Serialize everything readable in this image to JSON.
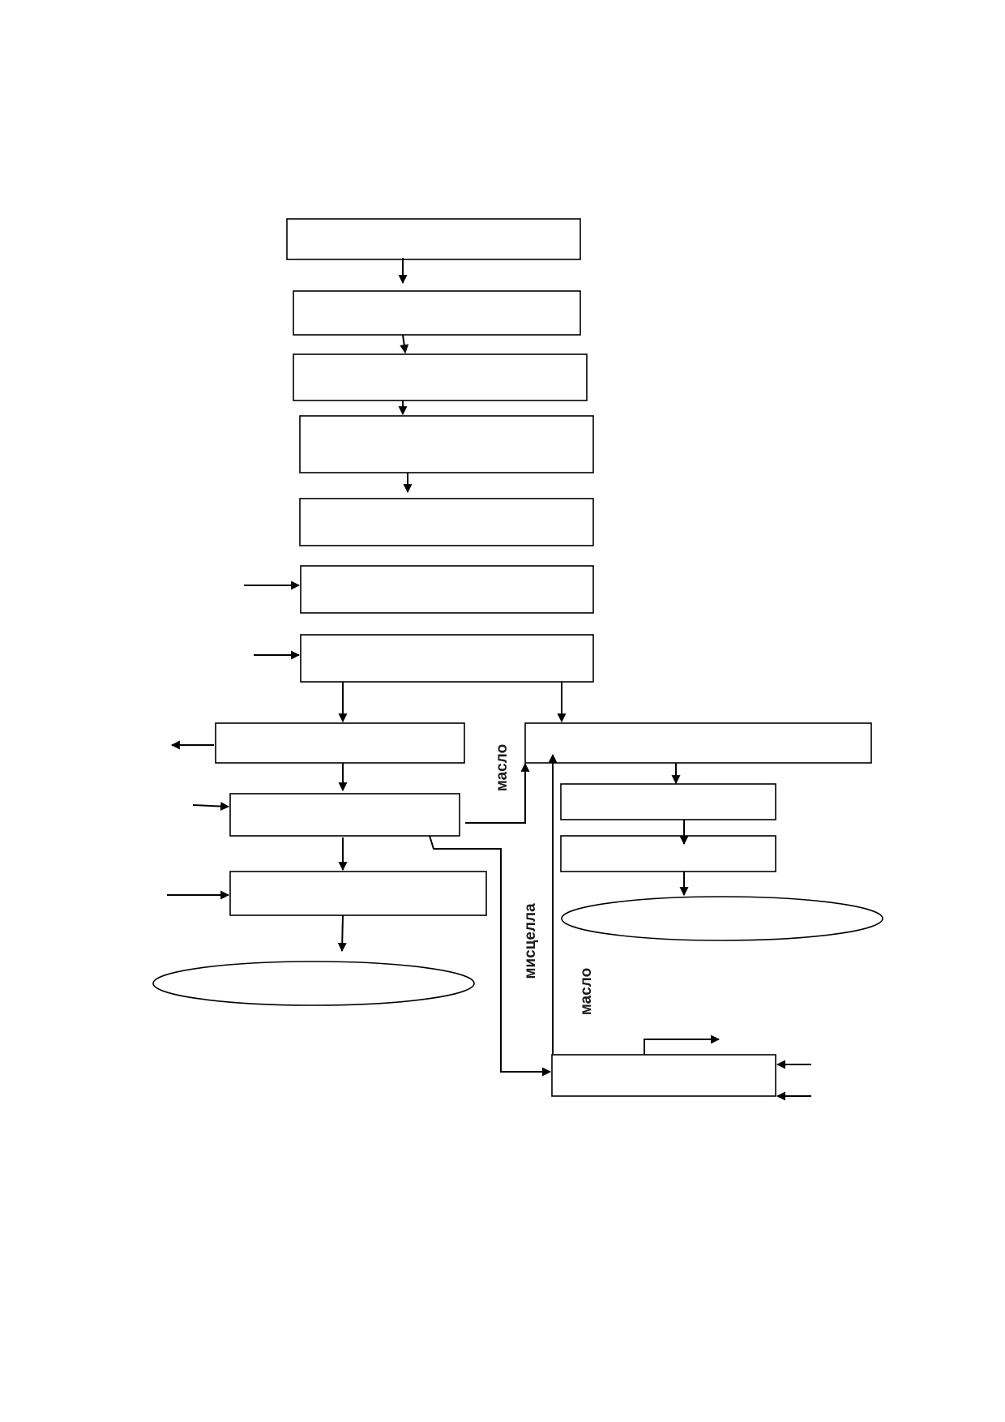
{
  "labels": {
    "oil_upper": "масло",
    "miscella": "мисцелла",
    "oil_lower": "масло"
  },
  "boxes": [
    {
      "id": "box-1",
      "text": ""
    },
    {
      "id": "box-2",
      "text": ""
    },
    {
      "id": "box-3",
      "text": ""
    },
    {
      "id": "box-4",
      "text": ""
    },
    {
      "id": "box-5",
      "text": ""
    },
    {
      "id": "box-6",
      "text": ""
    },
    {
      "id": "box-7",
      "text": ""
    },
    {
      "id": "box-left-1",
      "text": ""
    },
    {
      "id": "box-left-2",
      "text": ""
    },
    {
      "id": "box-left-3",
      "text": ""
    },
    {
      "id": "box-right-1",
      "text": ""
    },
    {
      "id": "box-right-2",
      "text": ""
    },
    {
      "id": "box-right-3",
      "text": ""
    },
    {
      "id": "box-bottom",
      "text": ""
    }
  ],
  "ellipses": [
    {
      "id": "ellipse-left",
      "text": ""
    },
    {
      "id": "ellipse-right",
      "text": ""
    }
  ],
  "colors": {
    "stroke": "#000000",
    "background": "#ffffff"
  }
}
